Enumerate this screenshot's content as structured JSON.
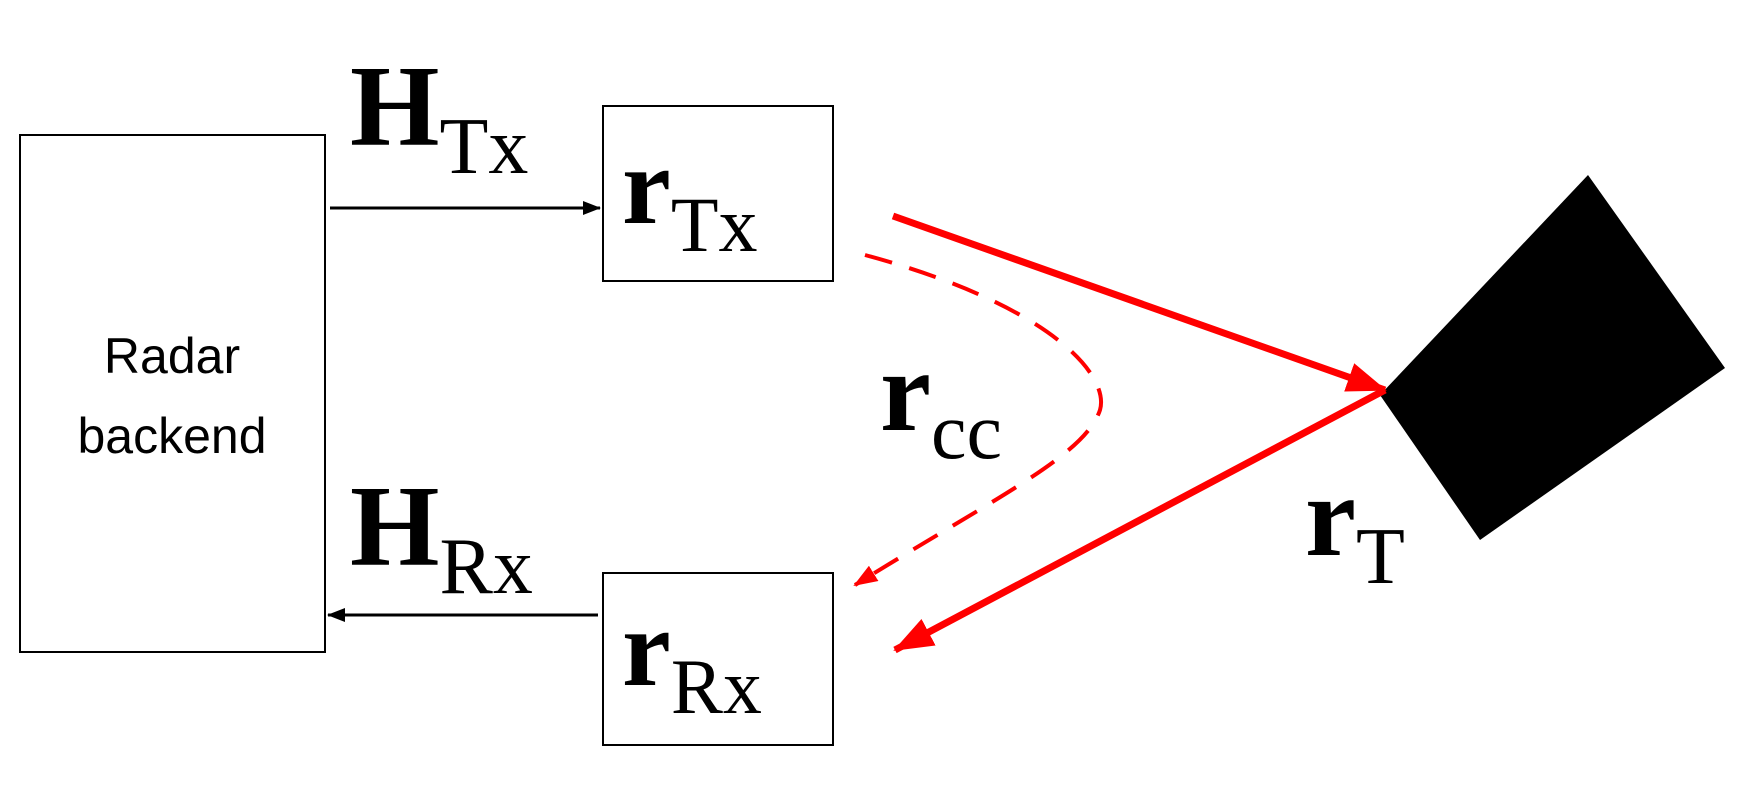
{
  "backend": {
    "label_line1": "Radar",
    "label_line2": "backend"
  },
  "transmit": {
    "channel_main": "H",
    "channel_sub": "Tx",
    "antenna_main": "r",
    "antenna_sub": "Tx"
  },
  "receive": {
    "channel_main": "H",
    "channel_sub": "Rx",
    "antenna_main": "r",
    "antenna_sub": "Rx"
  },
  "crosstalk": {
    "main": "r",
    "sub": "cc"
  },
  "target": {
    "main": "r",
    "sub": "T"
  },
  "colors": {
    "stroke": "#000000",
    "signal": "#ff0000",
    "target_fill": "#000000"
  }
}
